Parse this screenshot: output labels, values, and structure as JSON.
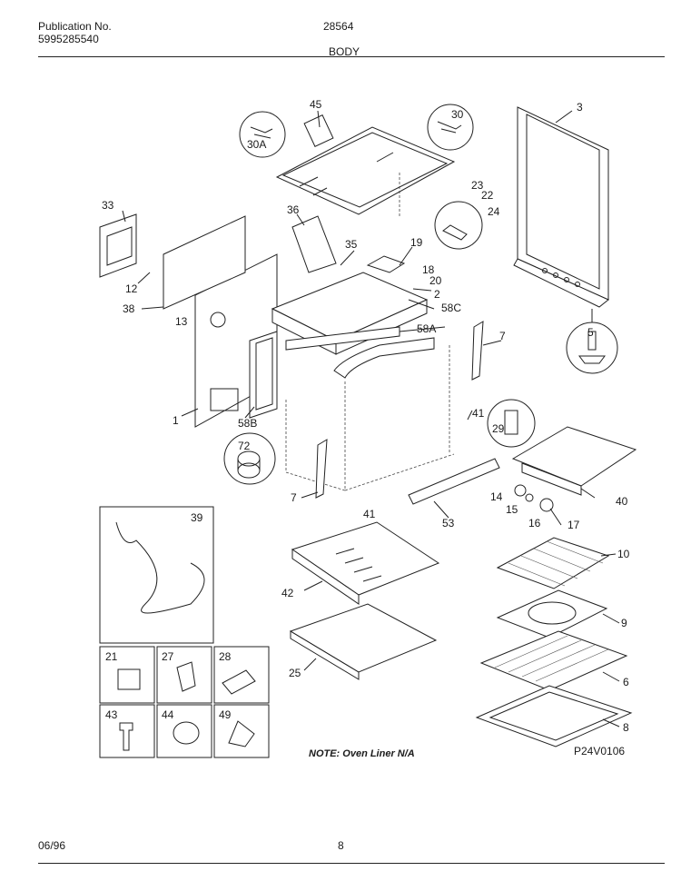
{
  "header": {
    "publication_label": "Publication No.",
    "publication_number": "5995285540",
    "model": "28564",
    "section": "BODY"
  },
  "footer": {
    "date": "06/96",
    "page": "8"
  },
  "note": "NOTE: Oven Liner N/A",
  "drawing_code": "P24V0106",
  "callouts": {
    "c1": "1",
    "c2": "2",
    "c3": "3",
    "c5": "5",
    "c6": "6",
    "c7a": "7",
    "c7b": "7",
    "c8": "8",
    "c9": "9",
    "c10": "10",
    "c12": "12",
    "c13": "13",
    "c14": "14",
    "c15": "15",
    "c16": "16",
    "c17": "17",
    "c18": "18",
    "c19": "19",
    "c20": "20",
    "c21": "21",
    "c22": "22",
    "c23": "23",
    "c24": "24",
    "c25": "25",
    "c27": "27",
    "c28": "28",
    "c29": "29",
    "c30": "30",
    "c30a": "30A",
    "c33": "33",
    "c35": "35",
    "c36": "36",
    "c38": "38",
    "c39": "39",
    "c40": "40",
    "c41a": "41",
    "c41b": "41",
    "c42": "42",
    "c43": "43",
    "c44": "44",
    "c45": "45",
    "c49": "49",
    "c53": "53",
    "c58a": "58A",
    "c58b": "58B",
    "c58c": "58C",
    "c72": "72"
  }
}
